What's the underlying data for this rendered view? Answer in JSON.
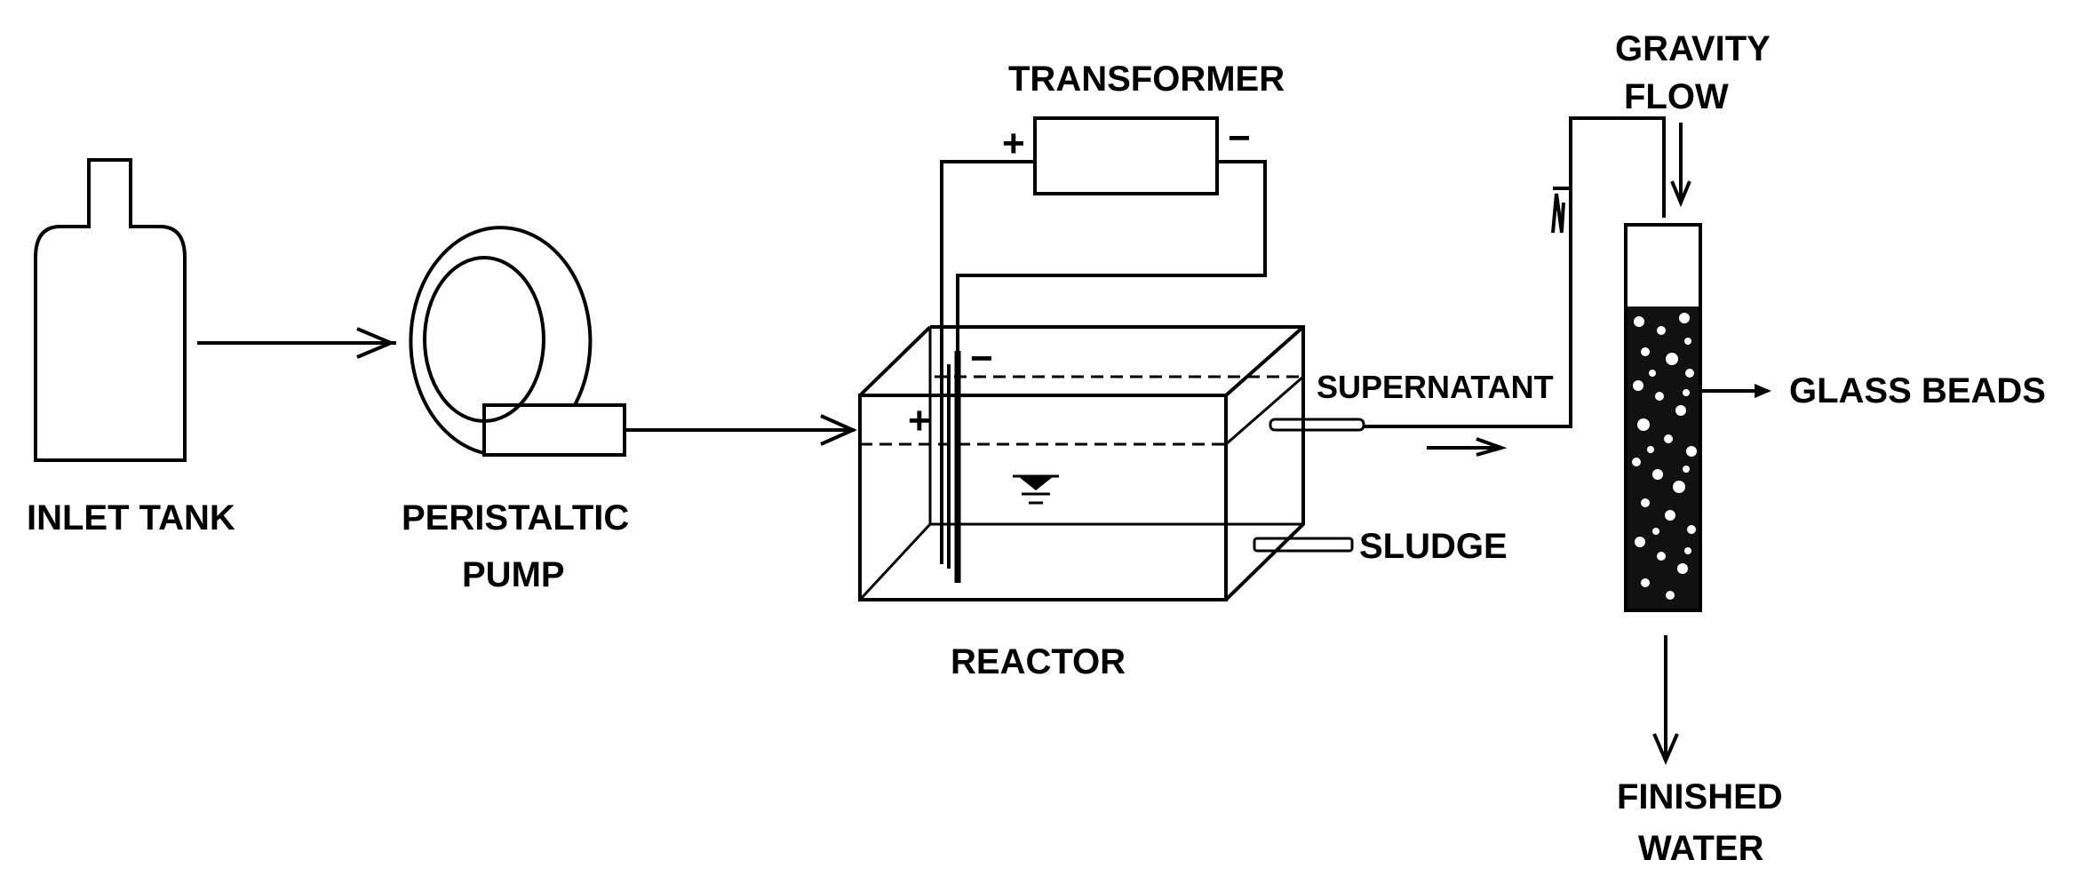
{
  "labels": {
    "inlet_tank": "INLET TANK",
    "peristaltic_pump_line1": "PERISTALTIC",
    "peristaltic_pump_line2": "PUMP",
    "transformer": "TRANSFORMER",
    "reactor": "REACTOR",
    "supernatant": "SUPERNATANT",
    "sludge": "SLUDGE",
    "gravity_flow_line1": "GRAVITY",
    "gravity_flow_line2": "FLOW",
    "glass_beads": "GLASS BEADS",
    "finished_water_line1": "FINISHED",
    "finished_water_line2": "WATER"
  },
  "polarity": {
    "plus": "+",
    "minus": "−"
  },
  "colors": {
    "line": "#000000",
    "background": "#ffffff",
    "media_fill": "#111111"
  }
}
